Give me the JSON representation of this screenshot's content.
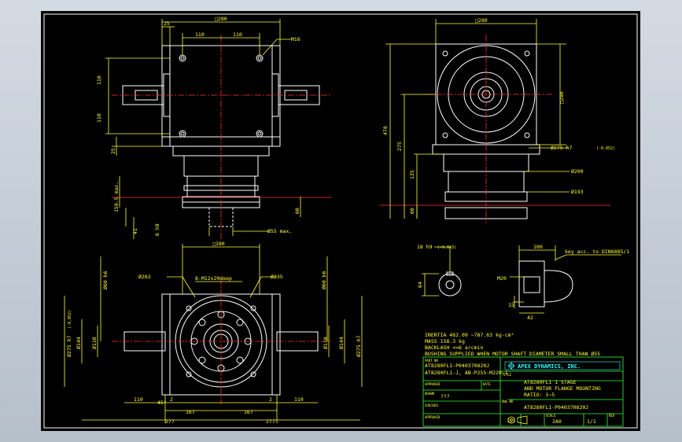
{
  "top_view": {
    "dim_width": "□280",
    "dim_offset": "25",
    "dim_bolt_left": "110",
    "dim_bolt_right": "110",
    "label_thread": "M16",
    "dim_height_top": "110",
    "dim_height_bottom": "110",
    "dim_flange_thk": "25",
    "dim_shaft_len": "159.5 max.",
    "dim_pilot": "41",
    "dim_spigot": "6 h9",
    "dim_motor_dia": "Ø55 max.",
    "dim_right_vert": "60"
  },
  "side_view": {
    "dim_square_top": "□280",
    "dim_square_right": "□280",
    "dim_total_height": "478",
    "dim_center_height": "275",
    "dim_sub_height": "135",
    "dim_base": "60",
    "dim_pilot_dia": "Ø275 h7",
    "dim_pilot_tol": "(-0.052)",
    "dim_flange_dia": "Ø200",
    "dim_bottom_dia": "Ø193"
  },
  "keyway": {
    "label_shaft_tol": "18 h9",
    "label_shaft_tol_val": "(-0.043)",
    "dim_height": "64",
    "dim_len": "100",
    "label_key": "key acc. to DIN6885/1",
    "label_thread": "M20",
    "dim_depth": "15",
    "dim_shaft_len": "42"
  },
  "bottom_view": {
    "dim_width": "□280",
    "label_bolt_circle_left": "Ø262",
    "label_thread": "8-M12x20deep",
    "label_bolt_circle_right": "Ø235",
    "dim_left_vert": "Ø60 k6",
    "dim_right_vert": "Ø60 k6",
    "dim_left_dia": "Ø275 h7",
    "dim_left_dia_tol": "(-0.052)",
    "dim_inner_left": "Ø144",
    "dim_inner_mid": "Ø110",
    "dim_inner_right_a": "Ø110",
    "dim_inner_right_b": "Ø144",
    "dim_right_dia": "Ø275 h7",
    "angle_label": "45°",
    "dim_bottom_l_110": "110",
    "dim_bottom_l_2": "2",
    "dim_bottom_r_2": "2",
    "dim_bottom_r_110": "110",
    "dim_167_left": "167",
    "dim_167_right": "167",
    "dim_277_left": "277",
    "dim_277_right": "277"
  },
  "notes": {
    "inertia": "INERTIA  462.09 ~787.63  kg-cm²",
    "mass": "MASS  158.3  kg",
    "backlash": "BACKLASH <=6 arcmin",
    "bushing": "BUSHING SUPPLIED WHEN MOTOR SHAFT DIAMETER SMALL THAN Ø55"
  },
  "title_block": {
    "part_no_label": "PART NO",
    "part_no_1": "AT8280FL1-P040370820J",
    "part_no_2": "AT8280FL1-J, AB-P255-M220-1",
    "company": "APEX DYNAMICS, INC.",
    "title_label": "TITLE",
    "title_1": "AT8280FL1 1 STAGE",
    "title_2": "AND MOTOR FLANGE MOUNTING",
    "title_3": "RATIO: 1~5",
    "dwg_label": "DWG NO",
    "dwg_no": "AT8280FL1-P040370820J",
    "approved_label": "APPROVED",
    "date_label": "DATE",
    "drawn_label": "DRAWN",
    "drawn_value": "???",
    "checked_label": "CHECKED",
    "scale_value": "1:1",
    "sheet_label": "SCALE",
    "size_value": "2A0",
    "sheet_value": "1/1",
    "rev_label": "REV",
    "approved2_label": "APPROVED"
  },
  "colors": {
    "background": "#000000",
    "line_white": "#ffffff",
    "dimension_yellow": "#ffff33",
    "center_red": "#ff3030",
    "table_green": "#33ff33",
    "logo_cyan": "#33ffff"
  }
}
